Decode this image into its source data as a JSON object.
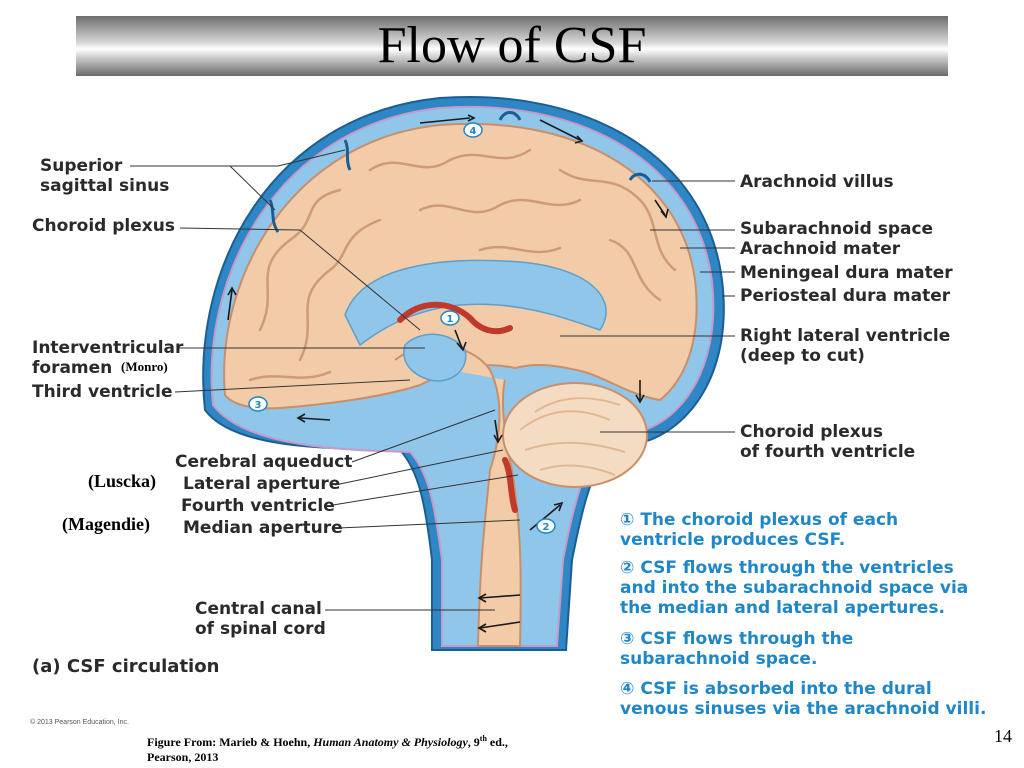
{
  "title": "Flow of CSF",
  "left_labels": {
    "superior_sagittal_sinus": [
      "Superior",
      "sagittal sinus"
    ],
    "choroid_plexus": "Choroid plexus",
    "interventricular_foramen": [
      "Interventricular",
      "foramen"
    ],
    "monro": "(Monro)",
    "third_ventricle": "Third ventricle",
    "cerebral_aqueduct": "Cerebral aqueduct",
    "lateral_aperture": "Lateral aperture",
    "luscka": "(Luscka)",
    "fourth_ventricle": "Fourth ventricle",
    "median_aperture": "Median aperture",
    "magendie": "(Magendie)",
    "central_canal": [
      "Central canal",
      "of spinal cord"
    ]
  },
  "right_labels": {
    "arachnoid_villus": "Arachnoid villus",
    "subarachnoid_space": "Subarachnoid space",
    "arachnoid_mater": "Arachnoid mater",
    "meningeal_dura_mater": "Meningeal dura mater",
    "periosteal_dura_mater": "Periosteal dura mater",
    "right_lateral_ventricle": [
      "Right lateral ventricle",
      "(deep to cut)"
    ],
    "choroid_plexus_fourth": [
      "Choroid plexus",
      "of fourth ventricle"
    ]
  },
  "step_markers": [
    "1",
    "2",
    "3",
    "4"
  ],
  "steps": [
    {
      "num": "①",
      "lines": [
        "The choroid plexus of each",
        "ventricle produces CSF."
      ]
    },
    {
      "num": "②",
      "lines": [
        "CSF flows through the ventricles",
        "and  into the subarachnoid space via",
        "the median and lateral apertures."
      ]
    },
    {
      "num": "③",
      "lines": [
        "CSF flows through the",
        "subarachnoid space."
      ]
    },
    {
      "num": "④",
      "lines": [
        "CSF is absorbed into the dural",
        "venous sinuses via the arachnoid villi."
      ]
    }
  ],
  "caption": "(a) CSF circulation",
  "copyright": "© 2013 Pearson Education, Inc.",
  "citation": {
    "prefix": "Figure From: Marieb & Hoehn, ",
    "book": "Human Anatomy & Physiology",
    "edition_sep": ", 9",
    "edition_sup": "th",
    "edition_suffix": " ed.,",
    "line2": "Pearson, 2013"
  },
  "page_number": "14",
  "colors": {
    "step_text": "#1f87c7",
    "csf_blue": "#8fc6ea",
    "dura_blue": "#2f86c4",
    "brain_tissue": "#f2cba8",
    "title_gradient_dark": "#6d6d6d"
  }
}
